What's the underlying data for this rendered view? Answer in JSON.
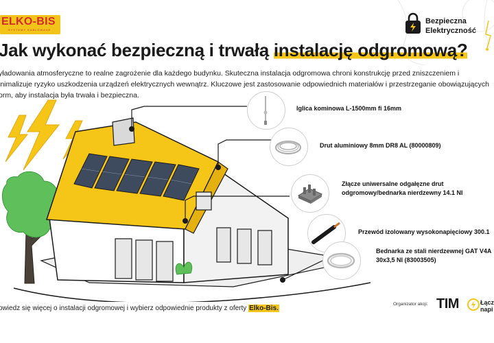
{
  "brand": {
    "logo_text": "ELKO-BIS",
    "logo_sub": "SYSTEMY KABLOWANE"
  },
  "badge": {
    "line1": "Bezpieczna",
    "line2": "Elektryczność",
    "icon": "lock-lightning-icon"
  },
  "title": {
    "prefix": "Jak wykonać bezpieczną i trwałą",
    "highlight": "instalację odgromową?"
  },
  "intro": "yładowania atmosferyczne to realne zagrożenie dla każdego budynku. Skuteczna instalacja odgromowa chroni konstrukcję przed zniszczeniem i inimalizuje ryzyko uszkodzenia urządzeń elektrycznych wewnątrz. Kluczowe jest zastosowanie odpowiednich materiałów i przestrzeganie obowiązujących orm, aby instalacja była trwała i bezpieczna.",
  "products": [
    {
      "label": "Iglica kominowa L-1500mm fi 16mm",
      "icon": "lightning-rod-icon"
    },
    {
      "label": "Drut aluminiowy 8mm DR8 AL (80000809)",
      "icon": "wire-coil-icon"
    },
    {
      "label_line1": "Złącze uniwersalne odgałęzne drut",
      "label_line2": "odgromowy/bednarka nierdzewny 14.1 NI",
      "icon": "connector-icon"
    },
    {
      "label": "Przewód izolowany wysokonapięciowy 300.1",
      "icon": "insulated-cable-icon"
    },
    {
      "label_line1": "Bednarka ze stali nierdzewnej GAT V4A",
      "label_line2": "30x3,5 NI (83003505)",
      "icon": "steel-tape-icon"
    }
  ],
  "footer": {
    "text": "owiedz się więcej o instalacji odgromowej i wybierz odpowiednie produkty z oferty",
    "brand": "Elko-Bis."
  },
  "organizer": {
    "label": "Organizator akcji:",
    "tim": "TIM",
    "partner_line1": "Łącz",
    "partner_line2": "napi"
  },
  "colors": {
    "accent": "#f5c518",
    "dark": "#1a1a1a",
    "brand_red": "#d3292f"
  }
}
